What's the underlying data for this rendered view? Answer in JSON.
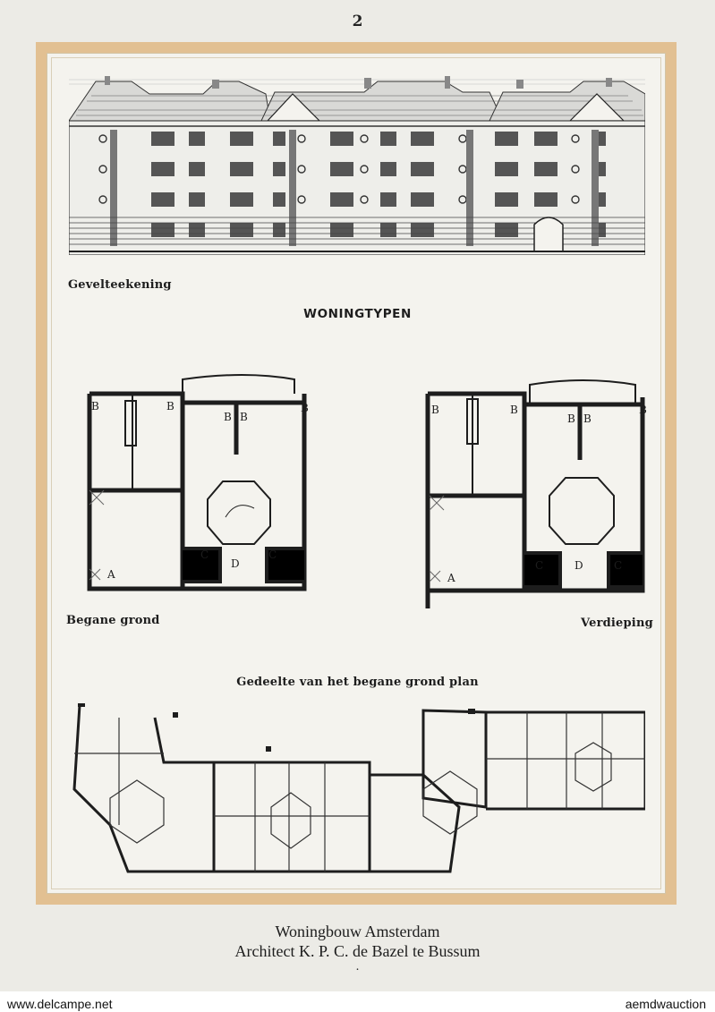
{
  "page_number": "2",
  "elevation": {
    "caption": "Gevelteekening"
  },
  "section_heading": "WONINGTYPEN",
  "plans": {
    "ground_floor_caption": "Begane grond",
    "upper_floor_caption": "Verdieping",
    "room_marks": [
      "A",
      "B",
      "C",
      "D"
    ]
  },
  "block_plan": {
    "caption": "Gedeelte van het begane grond plan"
  },
  "footer": {
    "title": "Woningbouw Amsterdam",
    "subtitle": "Architect K. P. C. de Bazel te Bussum",
    "mark": "."
  },
  "credits": {
    "left": "www.delcampe.net",
    "right": "aemdwauction"
  },
  "colors": {
    "paper": "#ecebe6",
    "frame": "#e2c092",
    "inner": "#f4f3ee",
    "ink": "#1d1d1d"
  }
}
